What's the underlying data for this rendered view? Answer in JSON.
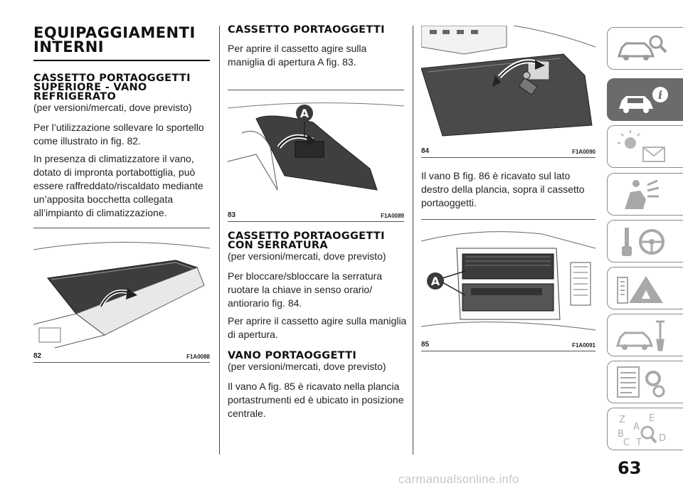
{
  "col1": {
    "title": "EQUIPAGGIAMENTI INTERNI",
    "section1": {
      "heading": "CASSETTO PORTAOGGETTI SUPERIORE - VANO REFRIGERATO",
      "sub": "(per versioni/mercati, dove previsto)",
      "p1": "Per l’utilizzazione sollevare lo sportello come illustrato in fig. 82.",
      "p2": "In presenza di climatizzatore il vano, dotato di impronta portabottiglia, può essere raffreddato/riscaldato mediante un’apposita bocchetta collegata all’impianto di climatizzazione."
    },
    "fig82": {
      "number": "82",
      "code": "F1A0088"
    }
  },
  "col2": {
    "section2": {
      "heading": "CASSETTO PORTAOGGETTI",
      "p1": "Per aprire il cassetto agire sulla maniglia di apertura A fig. 83."
    },
    "fig83": {
      "number": "83",
      "code": "F1A0089",
      "label": "A"
    },
    "section3": {
      "heading": "CASSETTO PORTAOGGETTI CON SERRATURA",
      "sub": "(per versioni/mercati, dove previsto)",
      "p1": "Per bloccare/sbloccare la serratura ruotare la chiave in senso orario/ antiorario fig. 84.",
      "p2": "Per aprire il cassetto agire sulla maniglia di apertura."
    },
    "section4": {
      "heading": "VANO PORTAOGGETTI",
      "sub": "(per versioni/mercati, dove previsto)",
      "p1": "Il vano A fig. 85 è ricavato nella plancia portastrumenti ed è ubicato in posizione centrale."
    }
  },
  "col3": {
    "fig84": {
      "number": "84",
      "code": "F1A0090"
    },
    "p1": "Il vano B fig. 86 è ricavato sul lato destro della plancia, sopra il cassetto portaoggetti.",
    "fig85": {
      "number": "85",
      "code": "F1A0091",
      "label": "A"
    }
  },
  "sidebar": {
    "tabs": [
      {
        "icon": "car-search-icon"
      },
      {
        "icon": "car-info-icon",
        "active": true
      },
      {
        "icon": "warning-lights-icon"
      },
      {
        "icon": "airbag-seat-icon"
      },
      {
        "icon": "key-steering-icon"
      },
      {
        "icon": "emergency-triangle-icon"
      },
      {
        "icon": "car-maintenance-icon"
      },
      {
        "icon": "specs-list-icon"
      },
      {
        "icon": "alphabet-index-icon"
      }
    ],
    "index_letters": [
      "Z",
      "E",
      "A",
      "B",
      "C",
      "T",
      "D"
    ]
  },
  "page_number": "63",
  "watermark": "carmanualsonline.info",
  "colors": {
    "active_tab": "#6b6b6b",
    "tab_border": "#8a8a8a"
  }
}
